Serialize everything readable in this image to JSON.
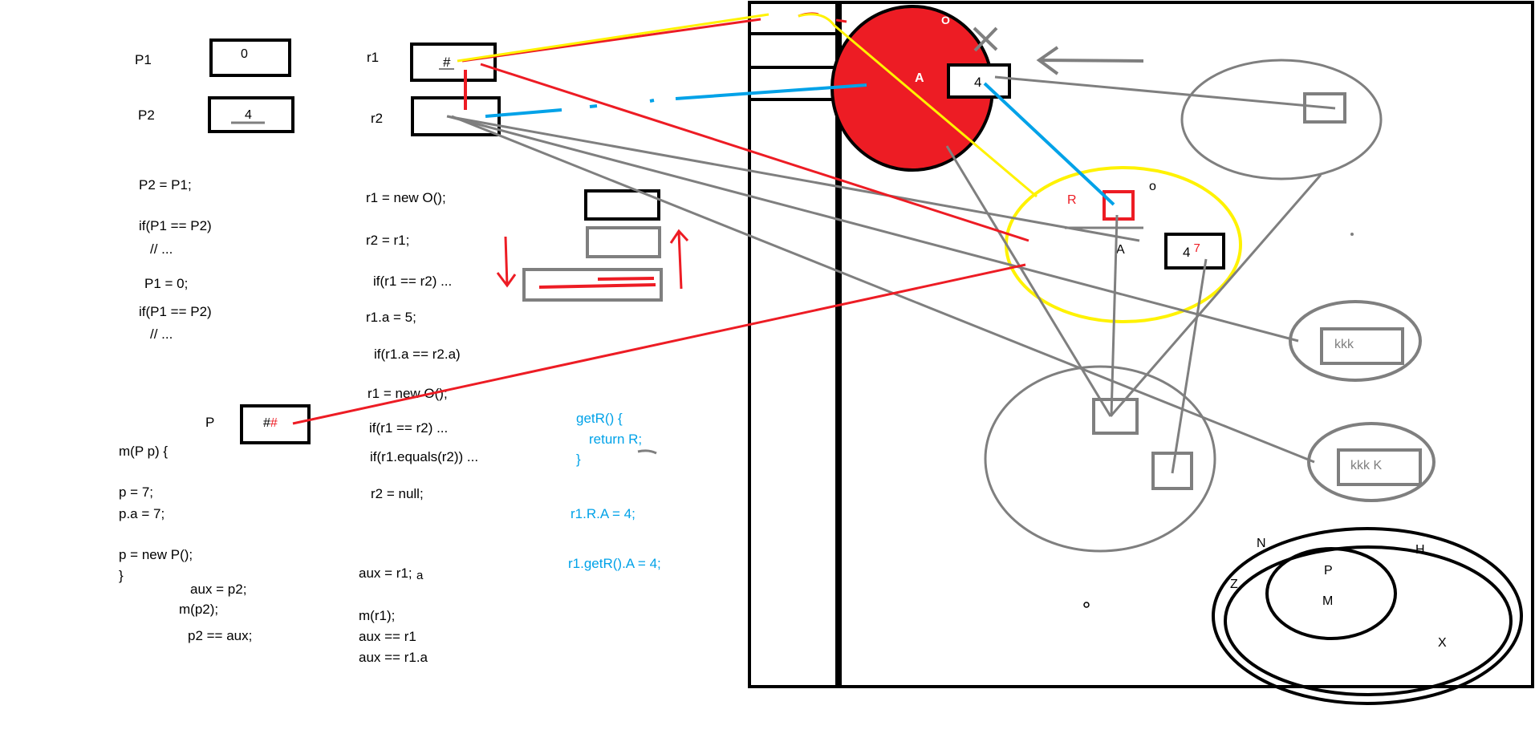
{
  "colors": {
    "black": "#000000",
    "red": "#ed1c24",
    "yellow": "#fff200",
    "blue": "#00a2e8",
    "gray": "#7f7f7f"
  },
  "vars": {
    "p1_label": "P1",
    "p1_value": "0",
    "p2_label": "P2",
    "p2_value": "4",
    "r1_label": "r1",
    "r1_value": "#",
    "r2_label": "r2",
    "p_label": "P",
    "p_value_black": "#",
    "p_value_red": "#"
  },
  "code_primitives": [
    "P2 = P1;",
    "if(P1 == P2)",
    "// ...",
    "P1 = 0;",
    "if(P1 == P2)",
    "// ..."
  ],
  "code_method": [
    "m(P p) {",
    "p = 7;",
    "p.a = 7;",
    "p = new P();",
    "}",
    "aux = p2;",
    "m(p2);",
    "p2 == aux;"
  ],
  "code_refs": [
    "r1 = new O();",
    "r2 = r1;",
    "if(r1 == r2) ...",
    "r1.a = 5;",
    "if(r1.a == r2.a)",
    "r1 = new O();",
    "if(r1 == r2) ...",
    "if(r1.equals(r2)) ...",
    "r2 = null;"
  ],
  "code_aux": [
    "aux = r1;",
    "a",
    "m(r1);",
    "aux == r1",
    "aux == r1.a"
  ],
  "code_getter": [
    "getR() {",
    "return R;",
    "}",
    "r1.R.A = 4;",
    "r1.getR().A = 4;"
  ],
  "heap": {
    "red_obj_o": "O",
    "red_obj_a": "A",
    "red_obj_val": "4",
    "yellow_r": "R",
    "yellow_o": "o",
    "yellow_a": "A",
    "yellow_val_black": "4",
    "yellow_val_red": "7",
    "kkk1": "kkk",
    "kkk2": "kkk K",
    "venn_n": "N",
    "venn_h": "H",
    "venn_z": "Z",
    "venn_p": "P",
    "venn_m": "M",
    "venn_x": "X"
  }
}
